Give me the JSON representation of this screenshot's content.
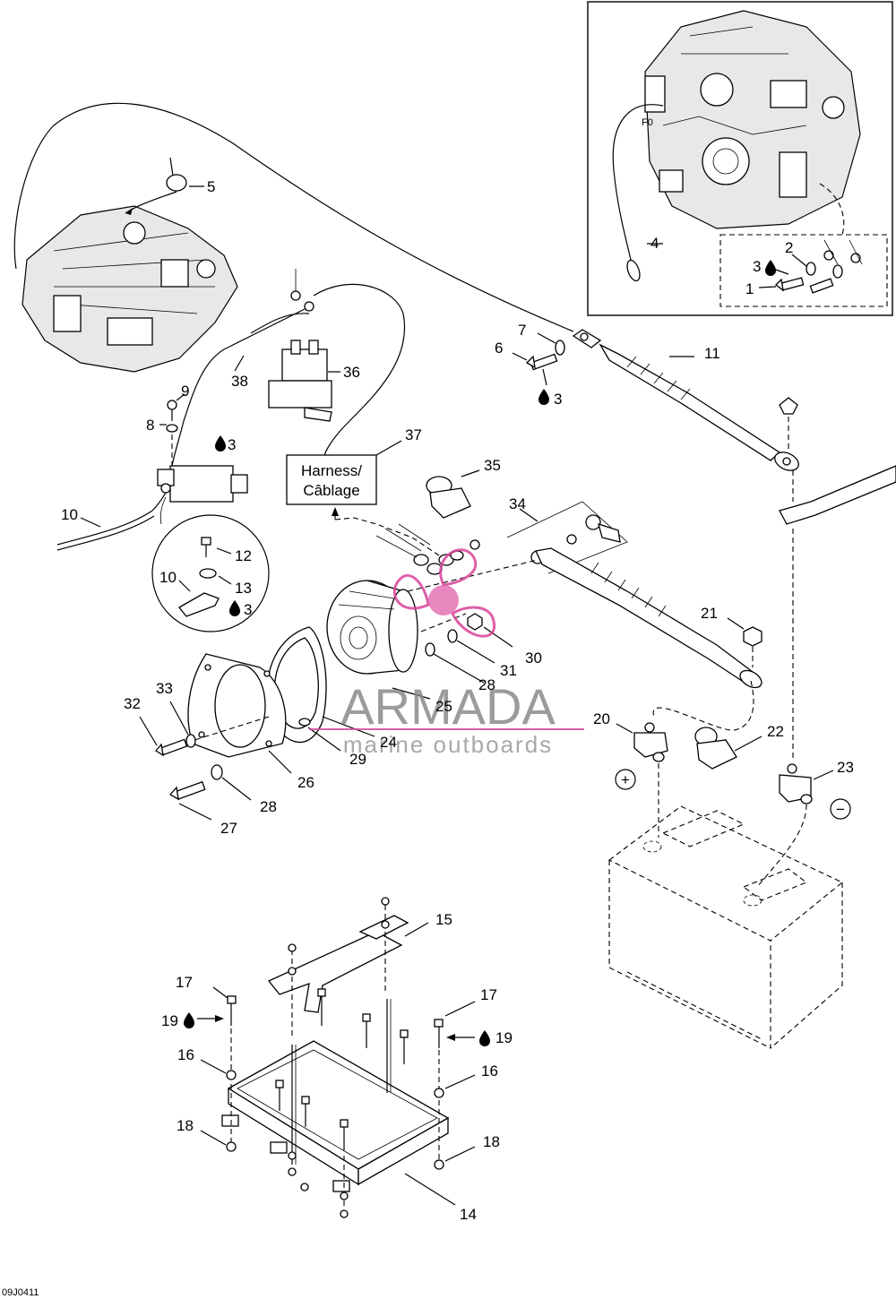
{
  "diagram": {
    "harness_box": {
      "line1": "Harness/",
      "line2": "Câblage"
    },
    "figure_code": "09J0411",
    "watermark": {
      "brand": "ARMADA",
      "tagline": "marine outboards"
    },
    "polarity": {
      "positive": "+",
      "negative": "−"
    },
    "inset_engine_code": "F0",
    "labels": [
      {
        "id": "l1",
        "text": "1"
      },
      {
        "id": "l2",
        "text": "2"
      },
      {
        "id": "l3a",
        "text": "3"
      },
      {
        "id": "l3b",
        "text": "3"
      },
      {
        "id": "l3c",
        "text": "3"
      },
      {
        "id": "l3d",
        "text": "3"
      },
      {
        "id": "l4",
        "text": "4"
      },
      {
        "id": "l5",
        "text": "5"
      },
      {
        "id": "l6",
        "text": "6"
      },
      {
        "id": "l7",
        "text": "7"
      },
      {
        "id": "l8",
        "text": "8"
      },
      {
        "id": "l9",
        "text": "9"
      },
      {
        "id": "l10a",
        "text": "10"
      },
      {
        "id": "l10b",
        "text": "10"
      },
      {
        "id": "l11",
        "text": "11"
      },
      {
        "id": "l12",
        "text": "12"
      },
      {
        "id": "l13",
        "text": "13"
      },
      {
        "id": "l14",
        "text": "14"
      },
      {
        "id": "l15",
        "text": "15"
      },
      {
        "id": "l16a",
        "text": "16"
      },
      {
        "id": "l16b",
        "text": "16"
      },
      {
        "id": "l17a",
        "text": "17"
      },
      {
        "id": "l17b",
        "text": "17"
      },
      {
        "id": "l18a",
        "text": "18"
      },
      {
        "id": "l18b",
        "text": "18"
      },
      {
        "id": "l19a",
        "text": "19"
      },
      {
        "id": "l19b",
        "text": "19"
      },
      {
        "id": "l20",
        "text": "20"
      },
      {
        "id": "l21",
        "text": "21"
      },
      {
        "id": "l22",
        "text": "22"
      },
      {
        "id": "l23",
        "text": "23"
      },
      {
        "id": "l24",
        "text": "24"
      },
      {
        "id": "l25",
        "text": "25"
      },
      {
        "id": "l26",
        "text": "26"
      },
      {
        "id": "l27",
        "text": "27"
      },
      {
        "id": "l28a",
        "text": "28"
      },
      {
        "id": "l28b",
        "text": "28"
      },
      {
        "id": "l29",
        "text": "29"
      },
      {
        "id": "l30",
        "text": "30"
      },
      {
        "id": "l31",
        "text": "31"
      },
      {
        "id": "l32",
        "text": "32"
      },
      {
        "id": "l33",
        "text": "33"
      },
      {
        "id": "l34",
        "text": "34"
      },
      {
        "id": "l35",
        "text": "35"
      },
      {
        "id": "l36",
        "text": "36"
      },
      {
        "id": "l37",
        "text": "37"
      },
      {
        "id": "l38",
        "text": "38"
      }
    ],
    "colors": {
      "watermark_pink": "#d9449a",
      "watermark_gray": "#8a8a8a",
      "ink": "#000000"
    }
  }
}
